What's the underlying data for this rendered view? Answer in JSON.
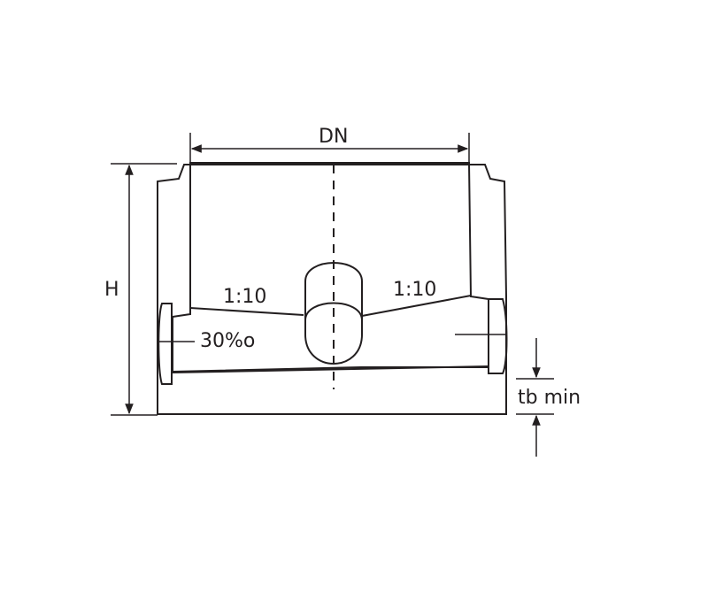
{
  "labels": {
    "diameter": "DN",
    "height": "H",
    "slope_left": "1:10",
    "slope_right": "1:10",
    "gradient": "30%o",
    "base_thickness": "tb min"
  },
  "colors": {
    "wall": "#7f8083",
    "fill": "#a8d8ef",
    "stroke": "#231f20",
    "background": "#ffffff"
  }
}
